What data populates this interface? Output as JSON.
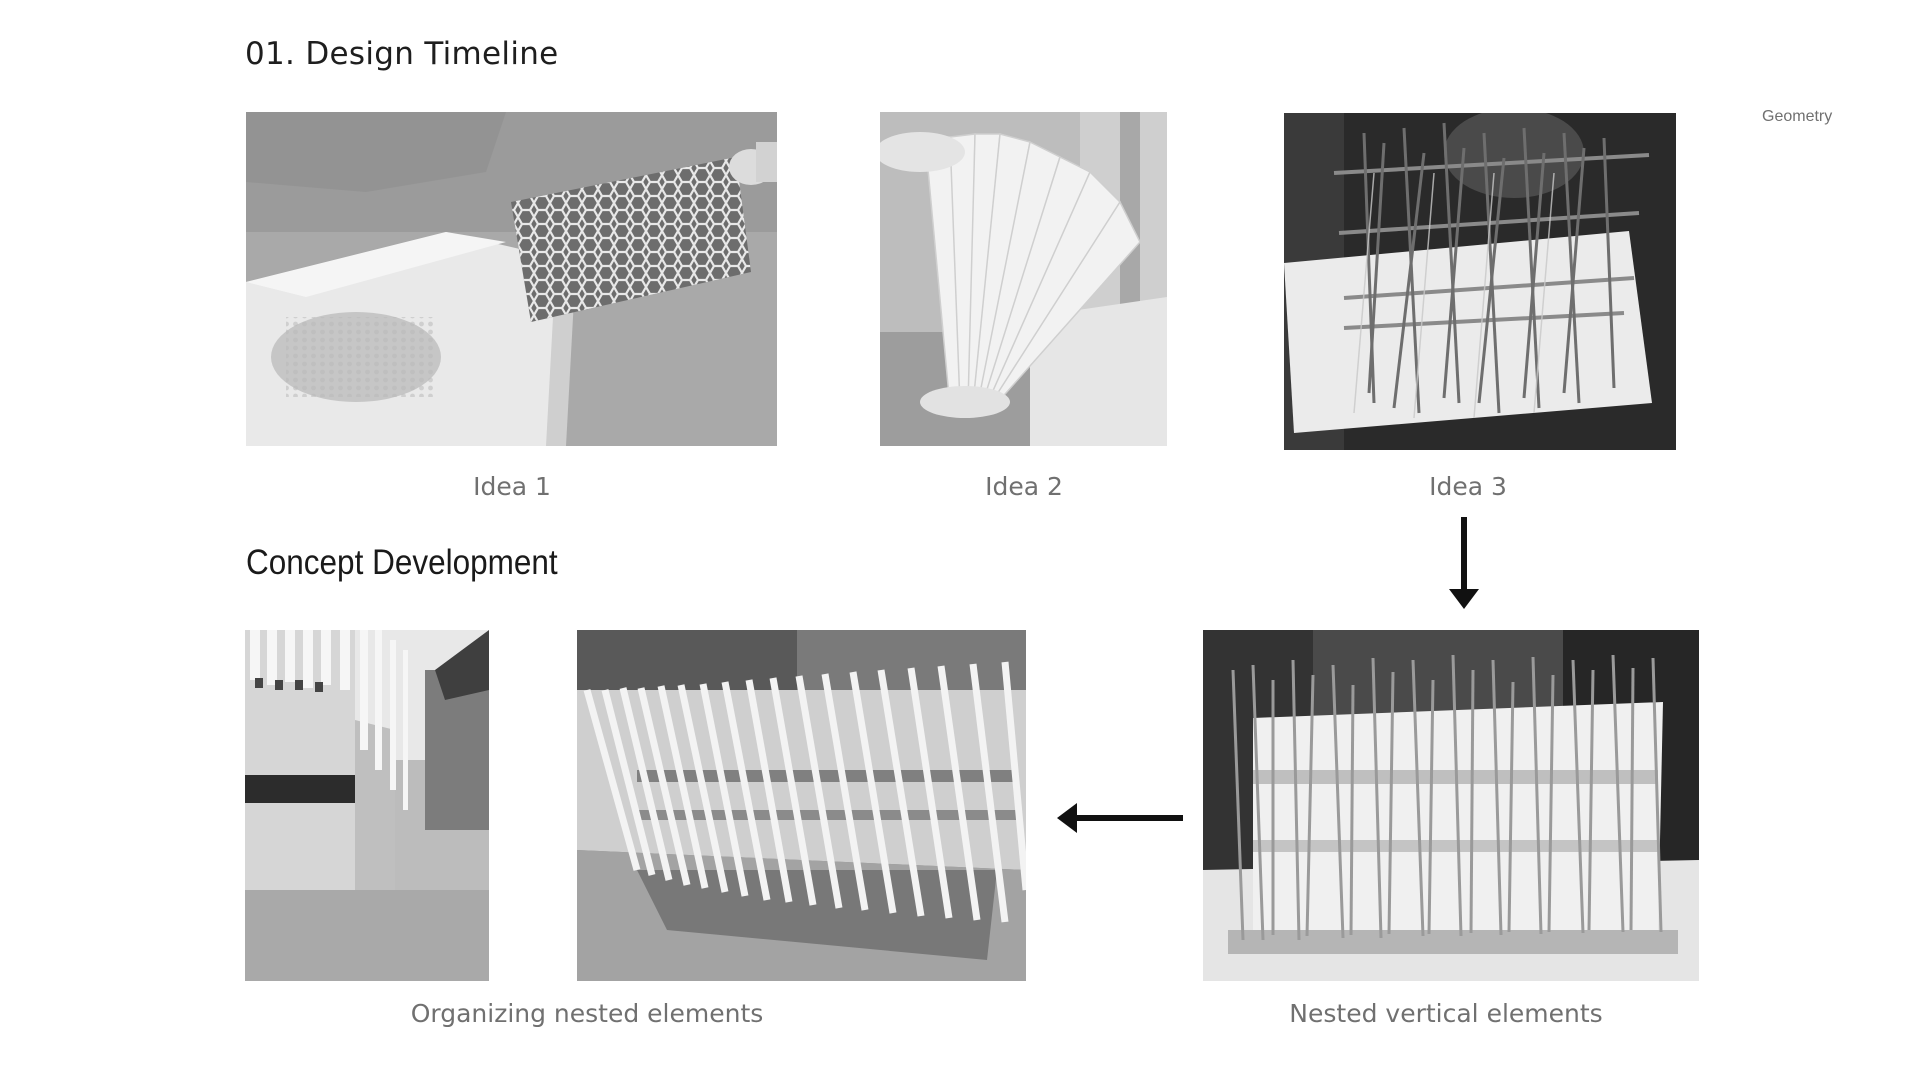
{
  "page": {
    "title": "01. Design Timeline",
    "tag": "Geometry",
    "subheading": "Concept Development"
  },
  "ideas": [
    {
      "caption": "Idea 1",
      "alt": "Photo of a honeycomb mesh model held over a foam block"
    },
    {
      "caption": "Idea 2",
      "alt": "Photo of a folded paper fan model"
    },
    {
      "caption": "Idea 3",
      "alt": "Photo of stick grid model on a foam block"
    }
  ],
  "concept": {
    "left_caption": "Organizing nested elements",
    "right_caption": "Nested vertical elements",
    "photo_alts": [
      "Close-up photo of model edge outdoors",
      "Photo of slanted vertical elements on foam base",
      "Photo of nested vertical sticks on foam base"
    ]
  },
  "icons": [
    "arrow-down-icon",
    "arrow-left-icon"
  ]
}
